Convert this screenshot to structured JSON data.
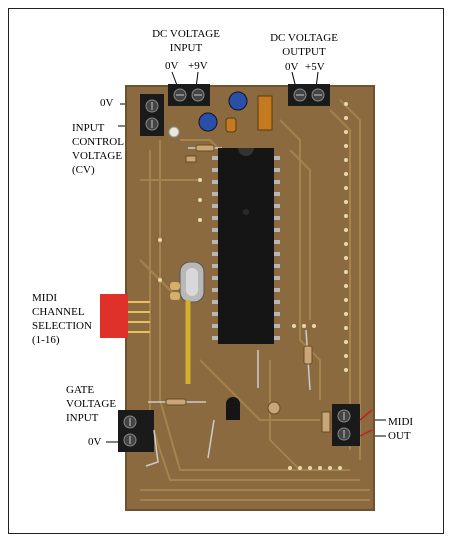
{
  "labels": {
    "dc_in_title_1": "DC VOLTAGE",
    "dc_in_title_2": "INPUT",
    "dc_in_0v": "0V",
    "dc_in_9v": "+9V",
    "dc_out_title_1": "DC VOLTAGE",
    "dc_out_title_2": "OUTPUT",
    "dc_out_0v": "0V",
    "dc_out_5v": "+5V",
    "cv_0v": "0V",
    "cv_1": "INPUT",
    "cv_2": "CONTROL",
    "cv_3": "VOLTAGE",
    "cv_4": "(CV)",
    "midi_ch_1": "MIDI",
    "midi_ch_2": "CHANNEL",
    "midi_ch_3": "SELECTION",
    "midi_ch_4": "(1-16)",
    "gate_1": "GATE",
    "gate_2": "VOLTAGE",
    "gate_3": "INPUT",
    "gate_0v": "0V",
    "midi_out_1": "MIDI",
    "midi_out_2": "OUT"
  },
  "colors": {
    "pcb": "#8a6a3e",
    "pcb_dark": "#6e5230",
    "trace": "#a88650",
    "terminal": "#1a1a1a",
    "chip": "#151515",
    "header": "#e0302a",
    "crystal": "#b8b8b8",
    "cap_blue": "#2a4fa8",
    "cap_orange": "#c47a1e"
  }
}
